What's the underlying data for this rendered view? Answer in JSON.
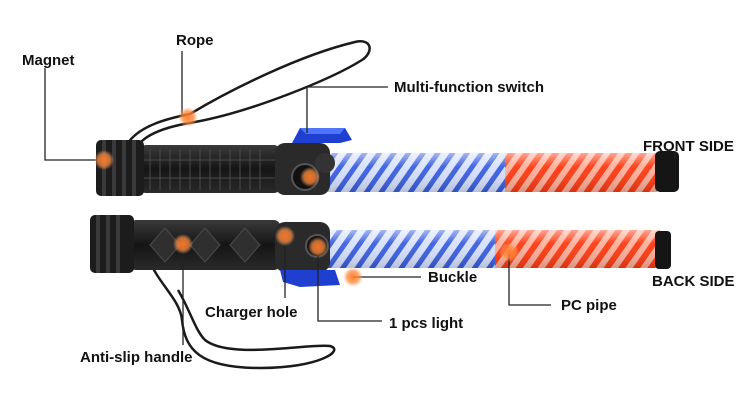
{
  "labels": {
    "magnet": "Magnet",
    "rope": "Rope",
    "switch": "Multi-function switch",
    "front_side": "FRONT SIDE",
    "back_side": "BACK SIDE",
    "buckle": "Buckle",
    "pc_pipe": "PC pipe",
    "charger_hole": "Charger hole",
    "light": "1 pcs light",
    "anti_slip": "Anti-slip handle"
  },
  "colors": {
    "tube_blue": "#3b5fe0",
    "tube_red": "#ff3a12",
    "handle": "#1b1b1b",
    "clip_blue": "#1f3fd0",
    "marker": "#ff8a3c",
    "leader": "#222222"
  }
}
